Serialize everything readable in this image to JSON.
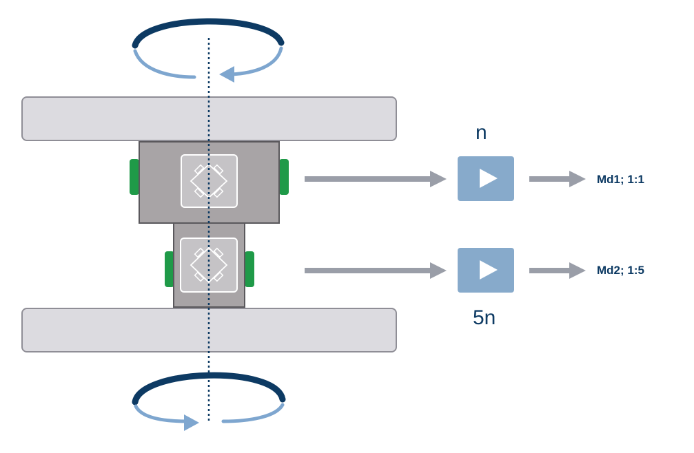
{
  "colors": {
    "plate_fill": "#dcdbe0",
    "plate_stroke": "#8f8e96",
    "block_fill": "#a8a4a6",
    "block_stroke": "#5a585c",
    "sensor_fill": "#c5c3c6",
    "connector": "#1f9a48",
    "arrow_gray": "#9a9ea8",
    "amp_fill": "#87aacb",
    "navy": "#0d3a63",
    "light_blue": "#7ea6cf"
  },
  "icons": {
    "sensor": "wheatstone-bridge-icon",
    "amplifier": "amplifier-play-icon",
    "rotation": "rotation-arrow-icon"
  },
  "labels": {
    "speed_top": "n",
    "speed_bottom": "5n",
    "output_top": "Md1; 1:1",
    "output_bottom": "Md2; 1:5"
  }
}
